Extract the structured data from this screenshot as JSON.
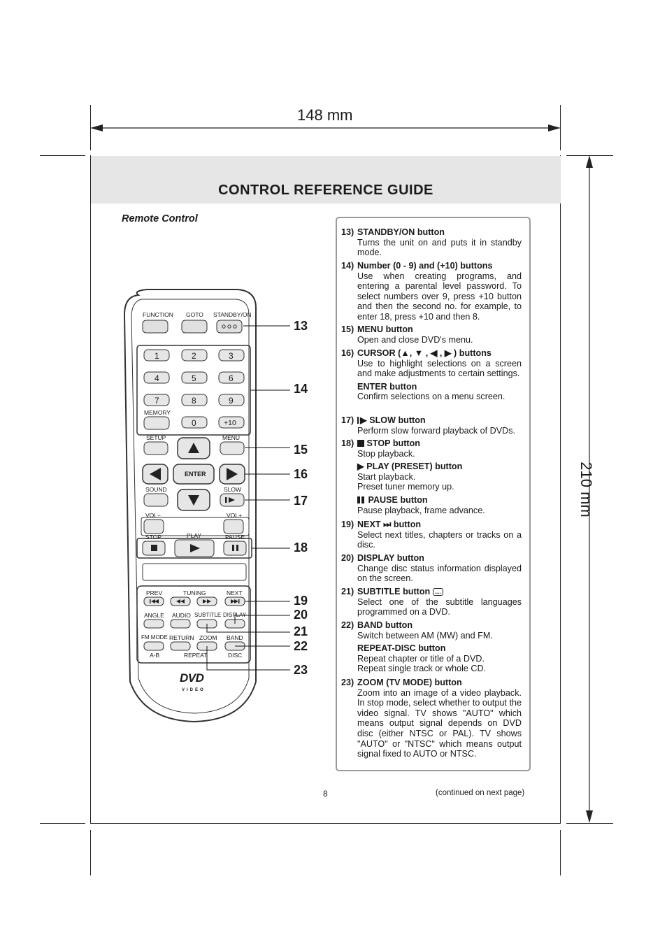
{
  "dimensions": {
    "width_label": "148 mm",
    "height_label": "210 mm"
  },
  "header": {
    "title": "CONTROL REFERENCE GUIDE"
  },
  "section": {
    "subtitle": "Remote Control"
  },
  "remote": {
    "labels": {
      "function": "FUNCTION",
      "goto": "GOTO",
      "standby": "STANDBY/ON",
      "memory": "MEMORY",
      "setup": "SETUP",
      "menu": "MENU",
      "enter": "ENTER",
      "sound": "SOUND",
      "slow": "SLOW",
      "vol_minus": "VOL−",
      "vol_plus": "VOL+",
      "stop": "STOP",
      "play": "PLAY",
      "pause": "PAUSE",
      "prev": "PREV",
      "tuning": "TUNING",
      "next": "NEXT",
      "angle": "ANGLE",
      "audio": "AUDIO",
      "subtitle": "SUBTITLE",
      "display": "DISPLAY",
      "fm_mode": "FM MODE",
      "return": "RETURN",
      "zoom": "ZOOM",
      "band": "BAND",
      "ab": "A-B",
      "repeat": "REPEAT",
      "disc": "DISC",
      "logo": "DVD",
      "logo_sub": "VIDEO"
    },
    "digits": [
      "1",
      "2",
      "3",
      "4",
      "5",
      "6",
      "7",
      "8",
      "9",
      "0",
      "+10"
    ]
  },
  "callouts": [
    "13",
    "14",
    "15",
    "16",
    "17",
    "18",
    "19",
    "20",
    "21",
    "22",
    "23"
  ],
  "items": [
    {
      "num": "13)",
      "head": "STANDBY/ON button",
      "body": "Turns the unit on and puts it in standby mode."
    },
    {
      "num": "14)",
      "head": "Number (0 - 9) and (+10) buttons",
      "body": "Use when creating programs, and entering a parental level password. To select numbers over 9, press +10 button and then the second no. for example, to enter 18, press +10 and then 8."
    },
    {
      "num": "15)",
      "head": "MENU button",
      "body": "Open and close DVD's menu."
    },
    {
      "num": "16)",
      "head": "CURSOR (▲, ▼ , ◀ , ▶ ) buttons",
      "body": "Use to highlight selections on a screen and make adjustments to certain settings.",
      "sub_head": "ENTER button",
      "sub_body": "Confirm selections on a menu screen."
    },
    {
      "num": "17)",
      "head": "SLOW button",
      "body": "Perform slow forward playback of DVDs."
    },
    {
      "num": "18)",
      "head": "STOP button",
      "body": "Stop playback.",
      "play_head": "PLAY (PRESET) button",
      "play_body": "Start playback.",
      "play_body2": "Preset tuner memory up.",
      "pause_head": "PAUSE button",
      "pause_body": "Pause playback, frame advance."
    },
    {
      "num": "19)",
      "head": "NEXT ⏭ button",
      "body": "Select next titles, chapters or tracks on a disc."
    },
    {
      "num": "20)",
      "head": "DISPLAY button",
      "body": "Change disc status information displayed on the screen."
    },
    {
      "num": "21)",
      "head": "SUBTITLE button",
      "body": "Select one of the subtitle languages programmed on a DVD."
    },
    {
      "num": "22)",
      "head": "BAND button",
      "body": "Switch between AM (MW) and FM.",
      "sub_head": "REPEAT-DISC button",
      "sub_body": "Repeat chapter or title of a DVD.",
      "sub_body2": "Repeat single track or whole CD."
    },
    {
      "num": "23)",
      "head": "ZOOM (TV MODE) button",
      "body": "Zoom into an image of a video playback. In stop mode, select whether to output the video signal. TV shows \"AUTO\" which means output signal depends on DVD disc (either NTSC or PAL). TV shows \"AUTO\" or \"NTSC\" which means output signal fixed to AUTO or NTSC."
    }
  ],
  "footer": {
    "page": "8",
    "continued": "(continued on next page)"
  }
}
